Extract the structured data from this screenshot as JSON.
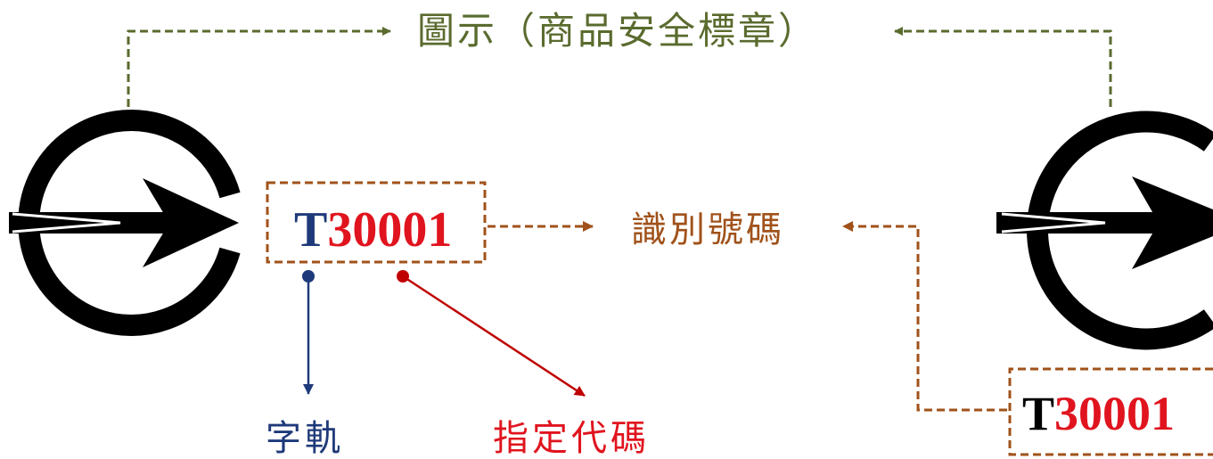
{
  "colors": {
    "green": "#5a6b2e",
    "brown": "#a0521a",
    "navy": "#1f3a7a",
    "red": "#e0141e",
    "black": "#000000"
  },
  "title": "圖示（商品安全標章）",
  "id_label": "識別號碼",
  "code_main": {
    "prefix": "T",
    "number": "30001"
  },
  "code_secondary": {
    "prefix": "T",
    "number": "30001"
  },
  "annotations": {
    "prefix_label": "字軌",
    "number_label": "指定代碼"
  },
  "icons": {
    "left": "commodity-safety-mark-icon",
    "right": "commodity-safety-mark-icon"
  }
}
